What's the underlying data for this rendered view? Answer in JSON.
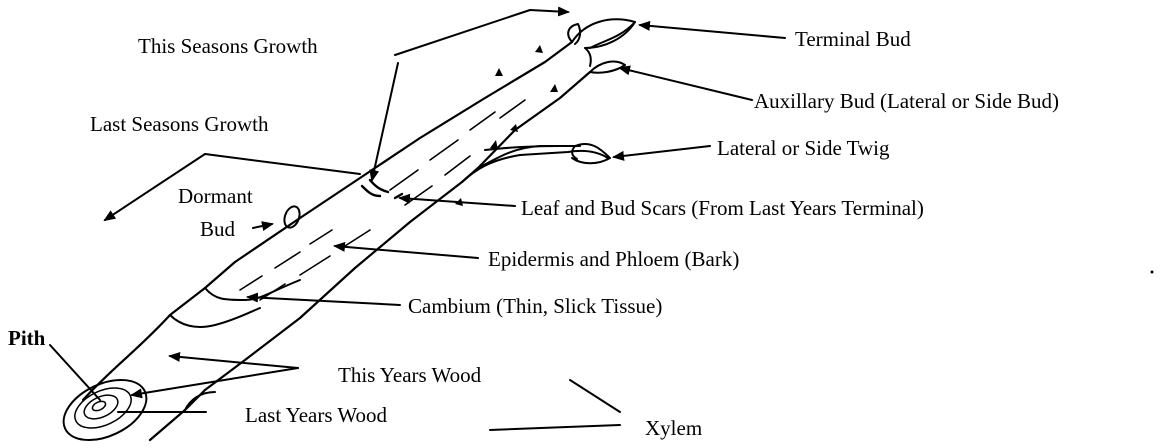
{
  "labels": {
    "terminal_bud": "Terminal Bud",
    "this_seasons_growth": "This Seasons Growth",
    "auxillary_bud": "Auxillary Bud (Lateral or Side Bud)",
    "last_seasons_growth": "Last Seasons Growth",
    "lateral_twig": "Lateral or Side Twig",
    "dormant": "Dormant",
    "bud": "Bud",
    "leaf_bud_scars": "Leaf and Bud Scars (From Last Years Terminal)",
    "epidermis_phloem": "Epidermis and Phloem (Bark)",
    "cambium": "Cambium (Thin, Slick Tissue)",
    "pith": "Pith",
    "this_years_wood": "This Years Wood",
    "last_years_wood": "Last Years Wood",
    "xylem": "Xylem"
  }
}
